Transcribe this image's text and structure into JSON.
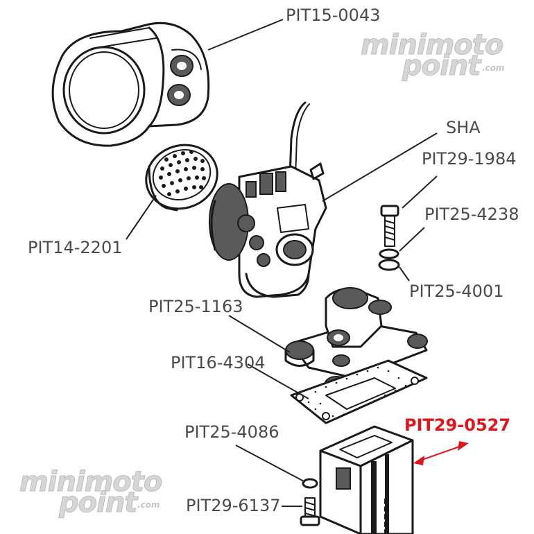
{
  "watermark": {
    "brand_top": "minimoto",
    "brand_bottom": "point",
    "brand_suffix": ".com"
  },
  "parts": [
    {
      "id": "p1",
      "code": "PIT15-0043"
    },
    {
      "id": "p2",
      "code": "SHA"
    },
    {
      "id": "p3",
      "code": "PIT29-1984"
    },
    {
      "id": "p4",
      "code": "PIT25-4238"
    },
    {
      "id": "p5",
      "code": "PIT14-2201"
    },
    {
      "id": "p6",
      "code": "PIT25-4001"
    },
    {
      "id": "p7",
      "code": "PIT25-1163"
    },
    {
      "id": "p8",
      "code": "PIT16-4304"
    },
    {
      "id": "p9",
      "code": "PIT29-0527",
      "highlighted": true
    },
    {
      "id": "p10",
      "code": "PIT25-4086"
    },
    {
      "id": "p11",
      "code": "PIT29-6137"
    }
  ],
  "colors": {
    "highlight": "#e0151b",
    "label": "#4a4a4a",
    "ink": "#1a1a1a",
    "watermark": "#d6d6d6"
  }
}
